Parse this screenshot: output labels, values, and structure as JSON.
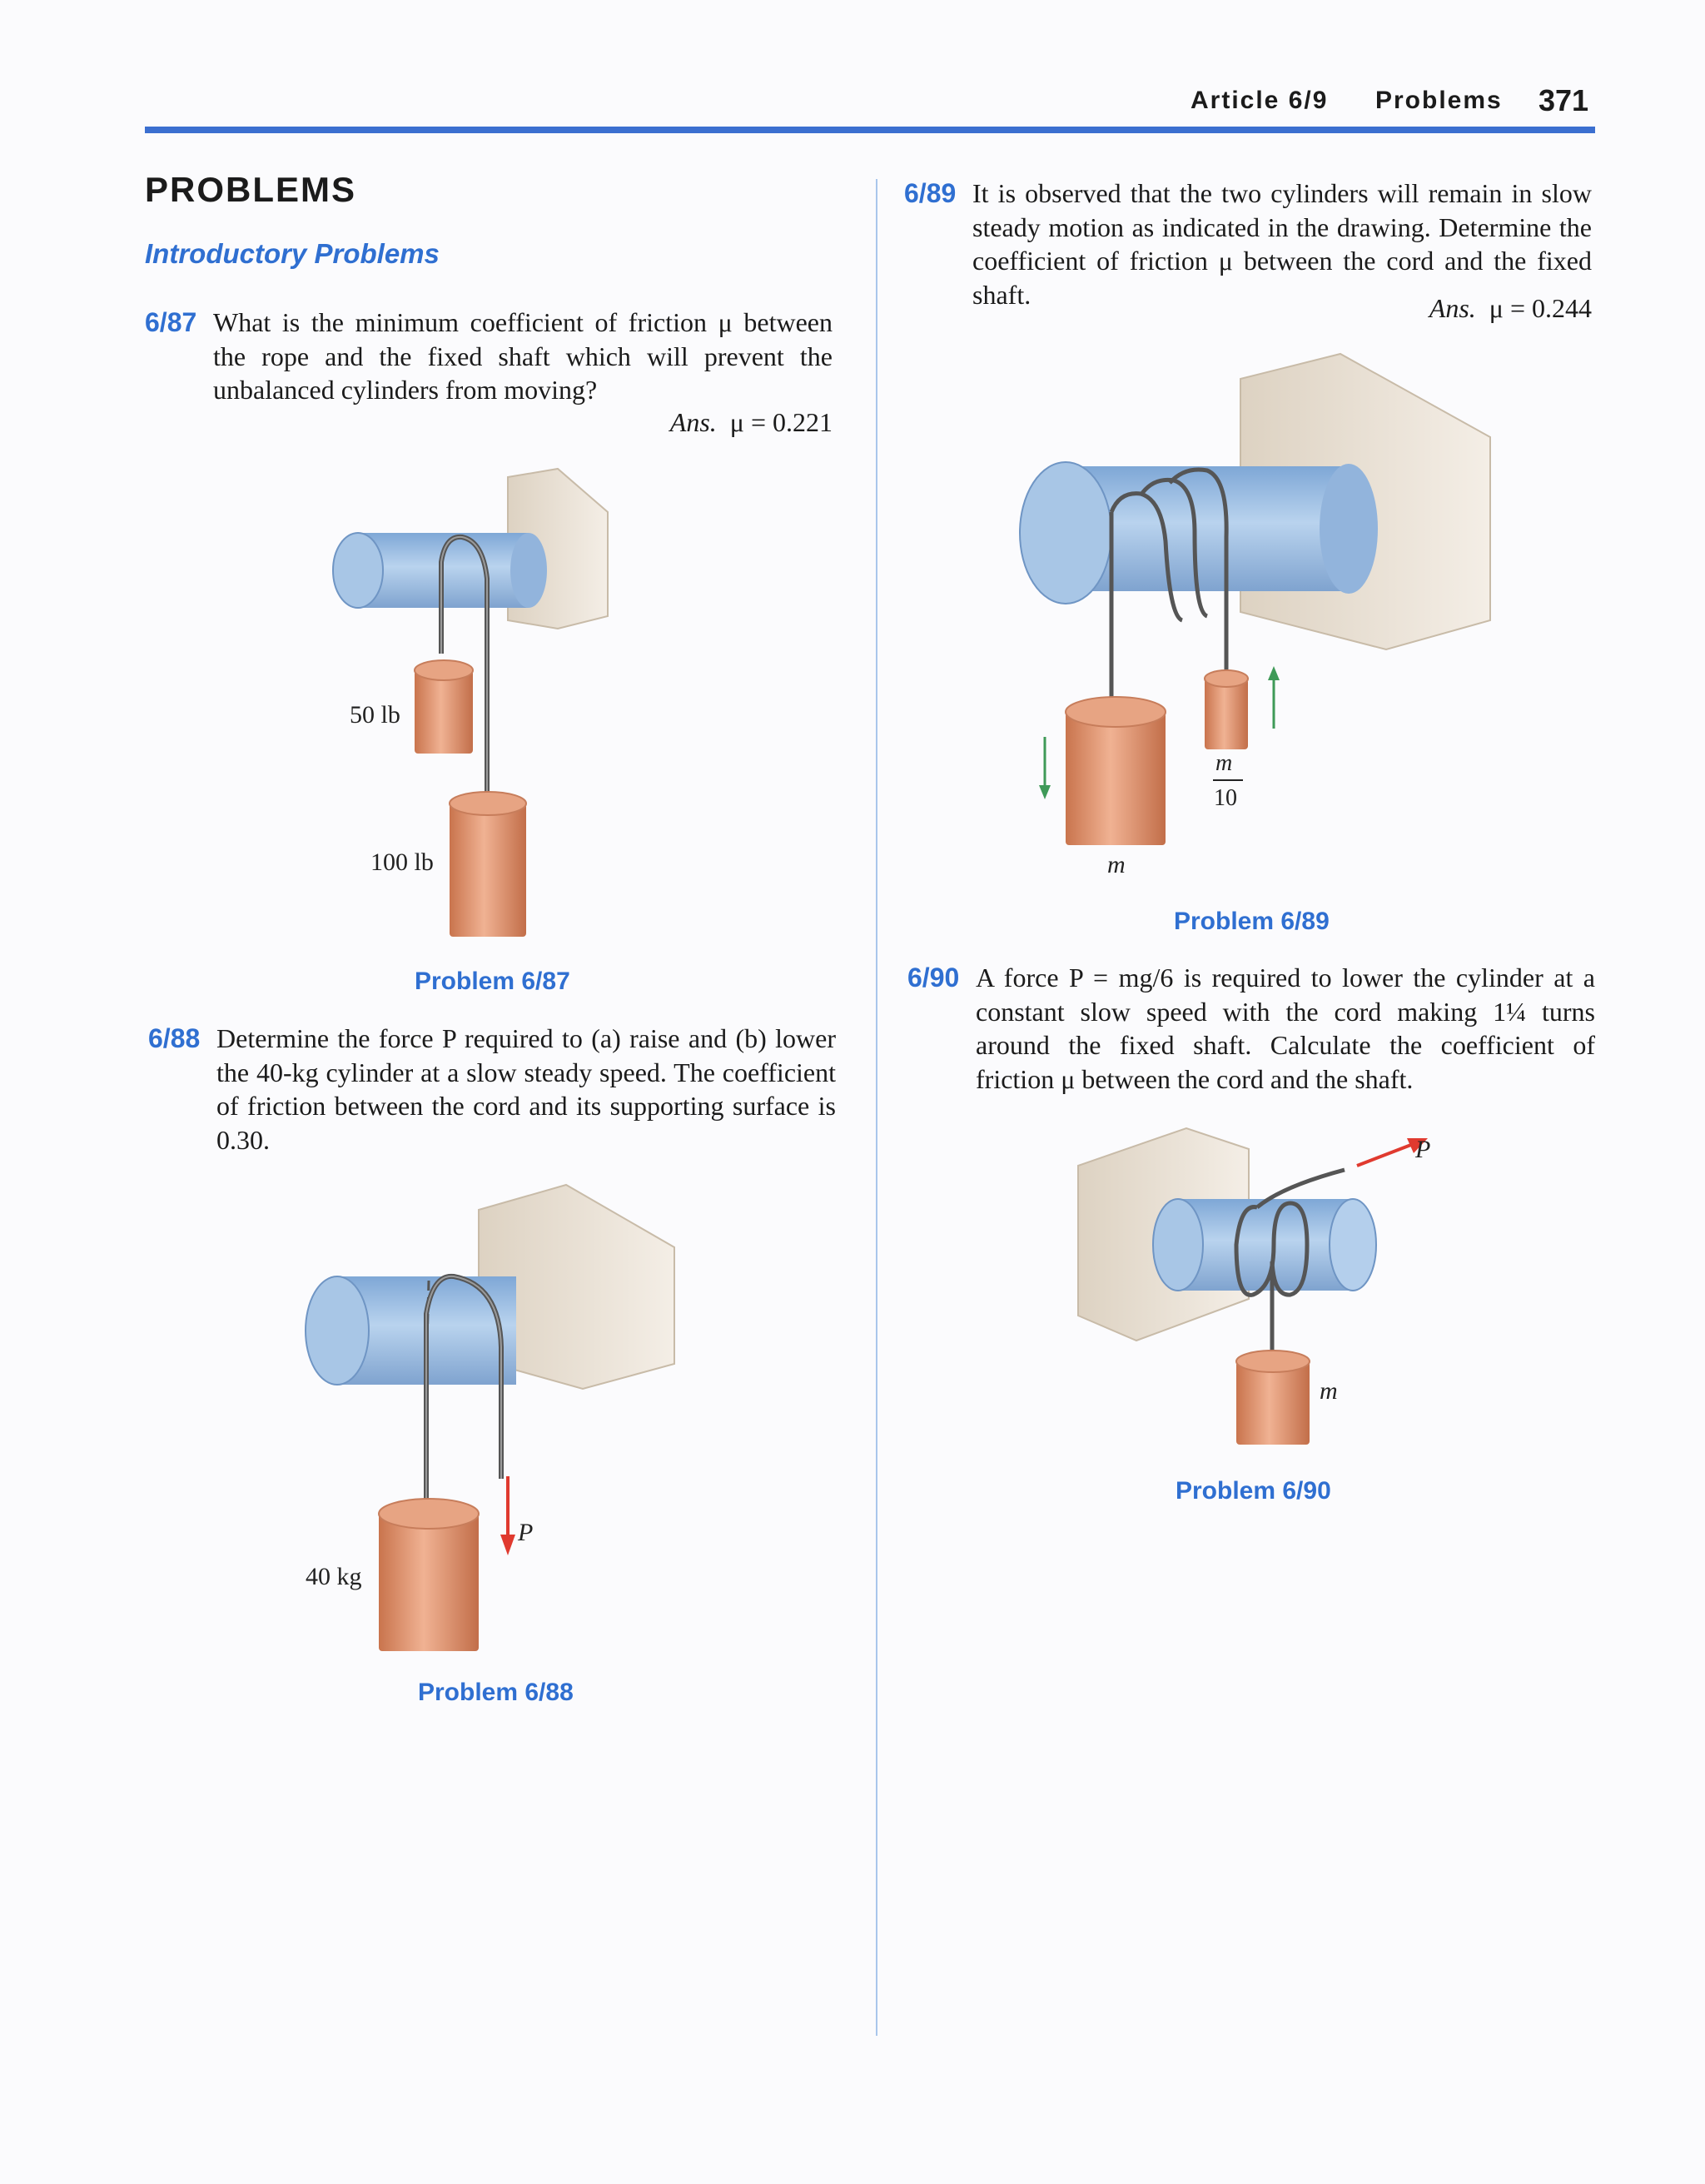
{
  "header": {
    "article": "Article 6/9",
    "section": "Problems",
    "page": "371"
  },
  "heading": "PROBLEMS",
  "subheading": "Introductory Problems",
  "problems": [
    {
      "num": "6/87",
      "text": "What is the minimum coefficient of friction μ between the rope and the fixed shaft which will prevent the unbalanced cylinders from moving?",
      "answer_label": "Ans.",
      "answer": "μ = 0.221",
      "caption": "Problem 6/87",
      "labels": {
        "upper": "50 lb",
        "lower": "100 lb"
      }
    },
    {
      "num": "6/88",
      "text": "Determine the force P required to (a) raise and (b) lower the 40-kg cylinder at a slow steady speed. The coefficient of friction between the cord and its supporting surface is 0.30.",
      "caption": "Problem 6/88",
      "labels": {
        "mass": "40 kg",
        "force": "P"
      }
    },
    {
      "num": "6/89",
      "text": "It is observed that the two cylinders will remain in slow steady motion as indicated in the drawing. Determine the coefficient of friction μ between the cord and the fixed shaft.",
      "answer_label": "Ans.",
      "answer": "μ = 0.244",
      "caption": "Problem 6/89",
      "labels": {
        "large": "m",
        "small_num": "m",
        "small_den": "10"
      }
    },
    {
      "num": "6/90",
      "text": "A force P = mg/6 is required to lower the cylinder at a constant slow speed with the cord making 1¼ turns around the fixed shaft. Calculate the coefficient of friction μ between the cord and the shaft.",
      "caption": "Problem 6/90",
      "labels": {
        "force": "P",
        "mass": "m"
      }
    }
  ],
  "colors": {
    "accent": "#2f6fd1",
    "shaft": "#a8c6e6",
    "cylinder": "#d9906a",
    "wall": "#e8ddd0",
    "force_arrow": "#e03a2f",
    "motion_arrow": "#3f9a58"
  }
}
